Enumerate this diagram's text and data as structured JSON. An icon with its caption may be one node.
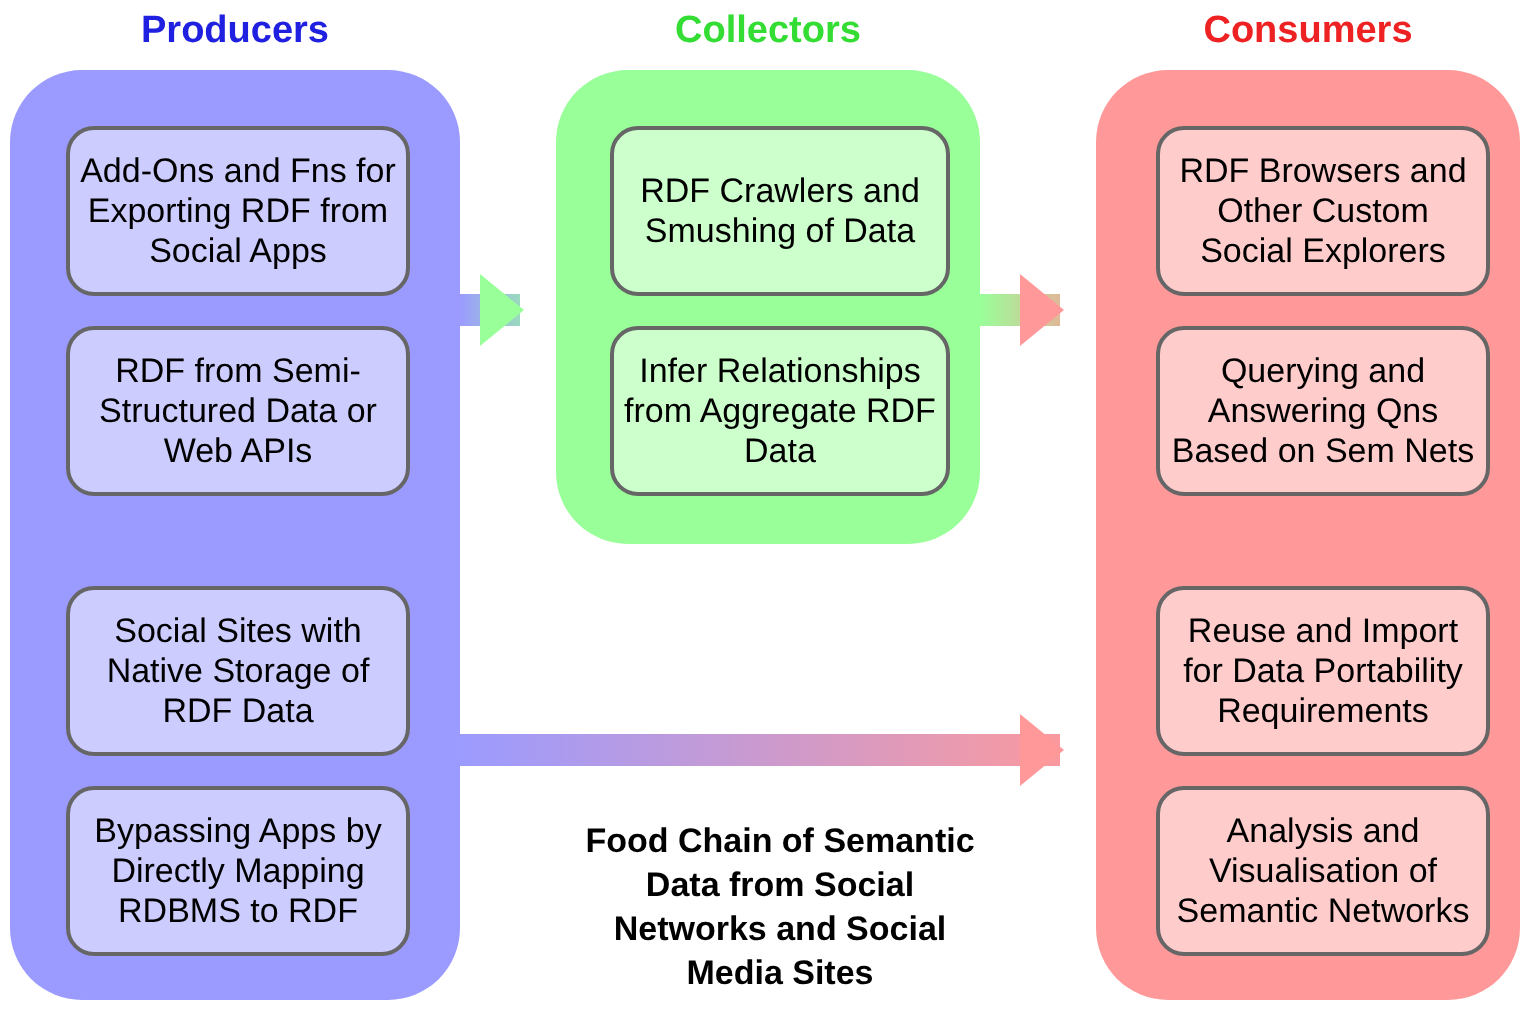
{
  "diagram": {
    "caption": "Food Chain of Semantic Data from Social Networks and Social Media Sites",
    "nodes": [
      {
        "text": [
          "Producers"
        ]
      },
      {
        "text": [
          "Add-Ons and Fns for Exporting RDF from Social Apps"
        ],
        "in": 0
      },
      {
        "text": [
          "RDF from Semi-Structured Data or Web APIs"
        ],
        "in": 0
      },
      {
        "text": [
          "Social Sites with Native Storage of RDF Data"
        ],
        "in": 0
      },
      {
        "text": [
          "Bypassing Apps by Directly Mapping RDBMS to RDF"
        ],
        "in": 0
      },
      {
        "text": [
          "Collectors"
        ]
      },
      {
        "text": [
          "RDF Crawlers and Smushing of Data"
        ],
        "in": 5
      },
      {
        "text": [
          "Infer Relationships from Aggregate RDF Data"
        ],
        "in": 5
      },
      {
        "text": [
          "Consumers"
        ]
      },
      {
        "text": [
          "RDF Browsers and Other Custom Social Explorers"
        ],
        "in": 8
      },
      {
        "text": [
          "Querying and Answering Qns Based on Sem Nets"
        ],
        "in": 8
      },
      {
        "text": [
          "Reuse and Import for Data Portability Requirements"
        ],
        "in": 8
      },
      {
        "text": [
          "Analysis and Visualisation of Semantic Networks"
        ],
        "in": 8
      }
    ],
    "edges": [
      {
        "from": 0,
        "to": 5,
        "arrow": "to",
        "style": "thick"
      },
      {
        "from": 5,
        "to": 8,
        "arrow": "to",
        "style": "thick"
      },
      {
        "from": 0,
        "to": 8,
        "arrow": "to",
        "style": "thick"
      }
    ]
  }
}
